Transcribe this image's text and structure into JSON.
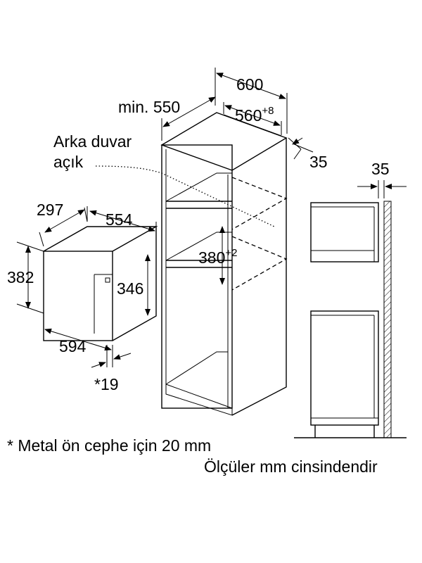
{
  "dimensions": {
    "cabinet_width": "600",
    "min_depth": "min. 550",
    "inner_width": "560",
    "inner_width_tol": "+8",
    "back_gap": "35",
    "side_gap": "35",
    "back_wall_label_line1": "Arka duvar",
    "back_wall_label_line2": "açık",
    "niche_height": "380",
    "niche_height_tol": "+2",
    "oven_depth": "297",
    "oven_width_top": "554",
    "oven_height": "382",
    "oven_inner_height": "346",
    "oven_width_front": "594",
    "front_thickness": "*19"
  },
  "notes": {
    "metal_front": "* Metal ön cephe için 20 mm",
    "units": "Ölçüler mm cinsindendir"
  }
}
